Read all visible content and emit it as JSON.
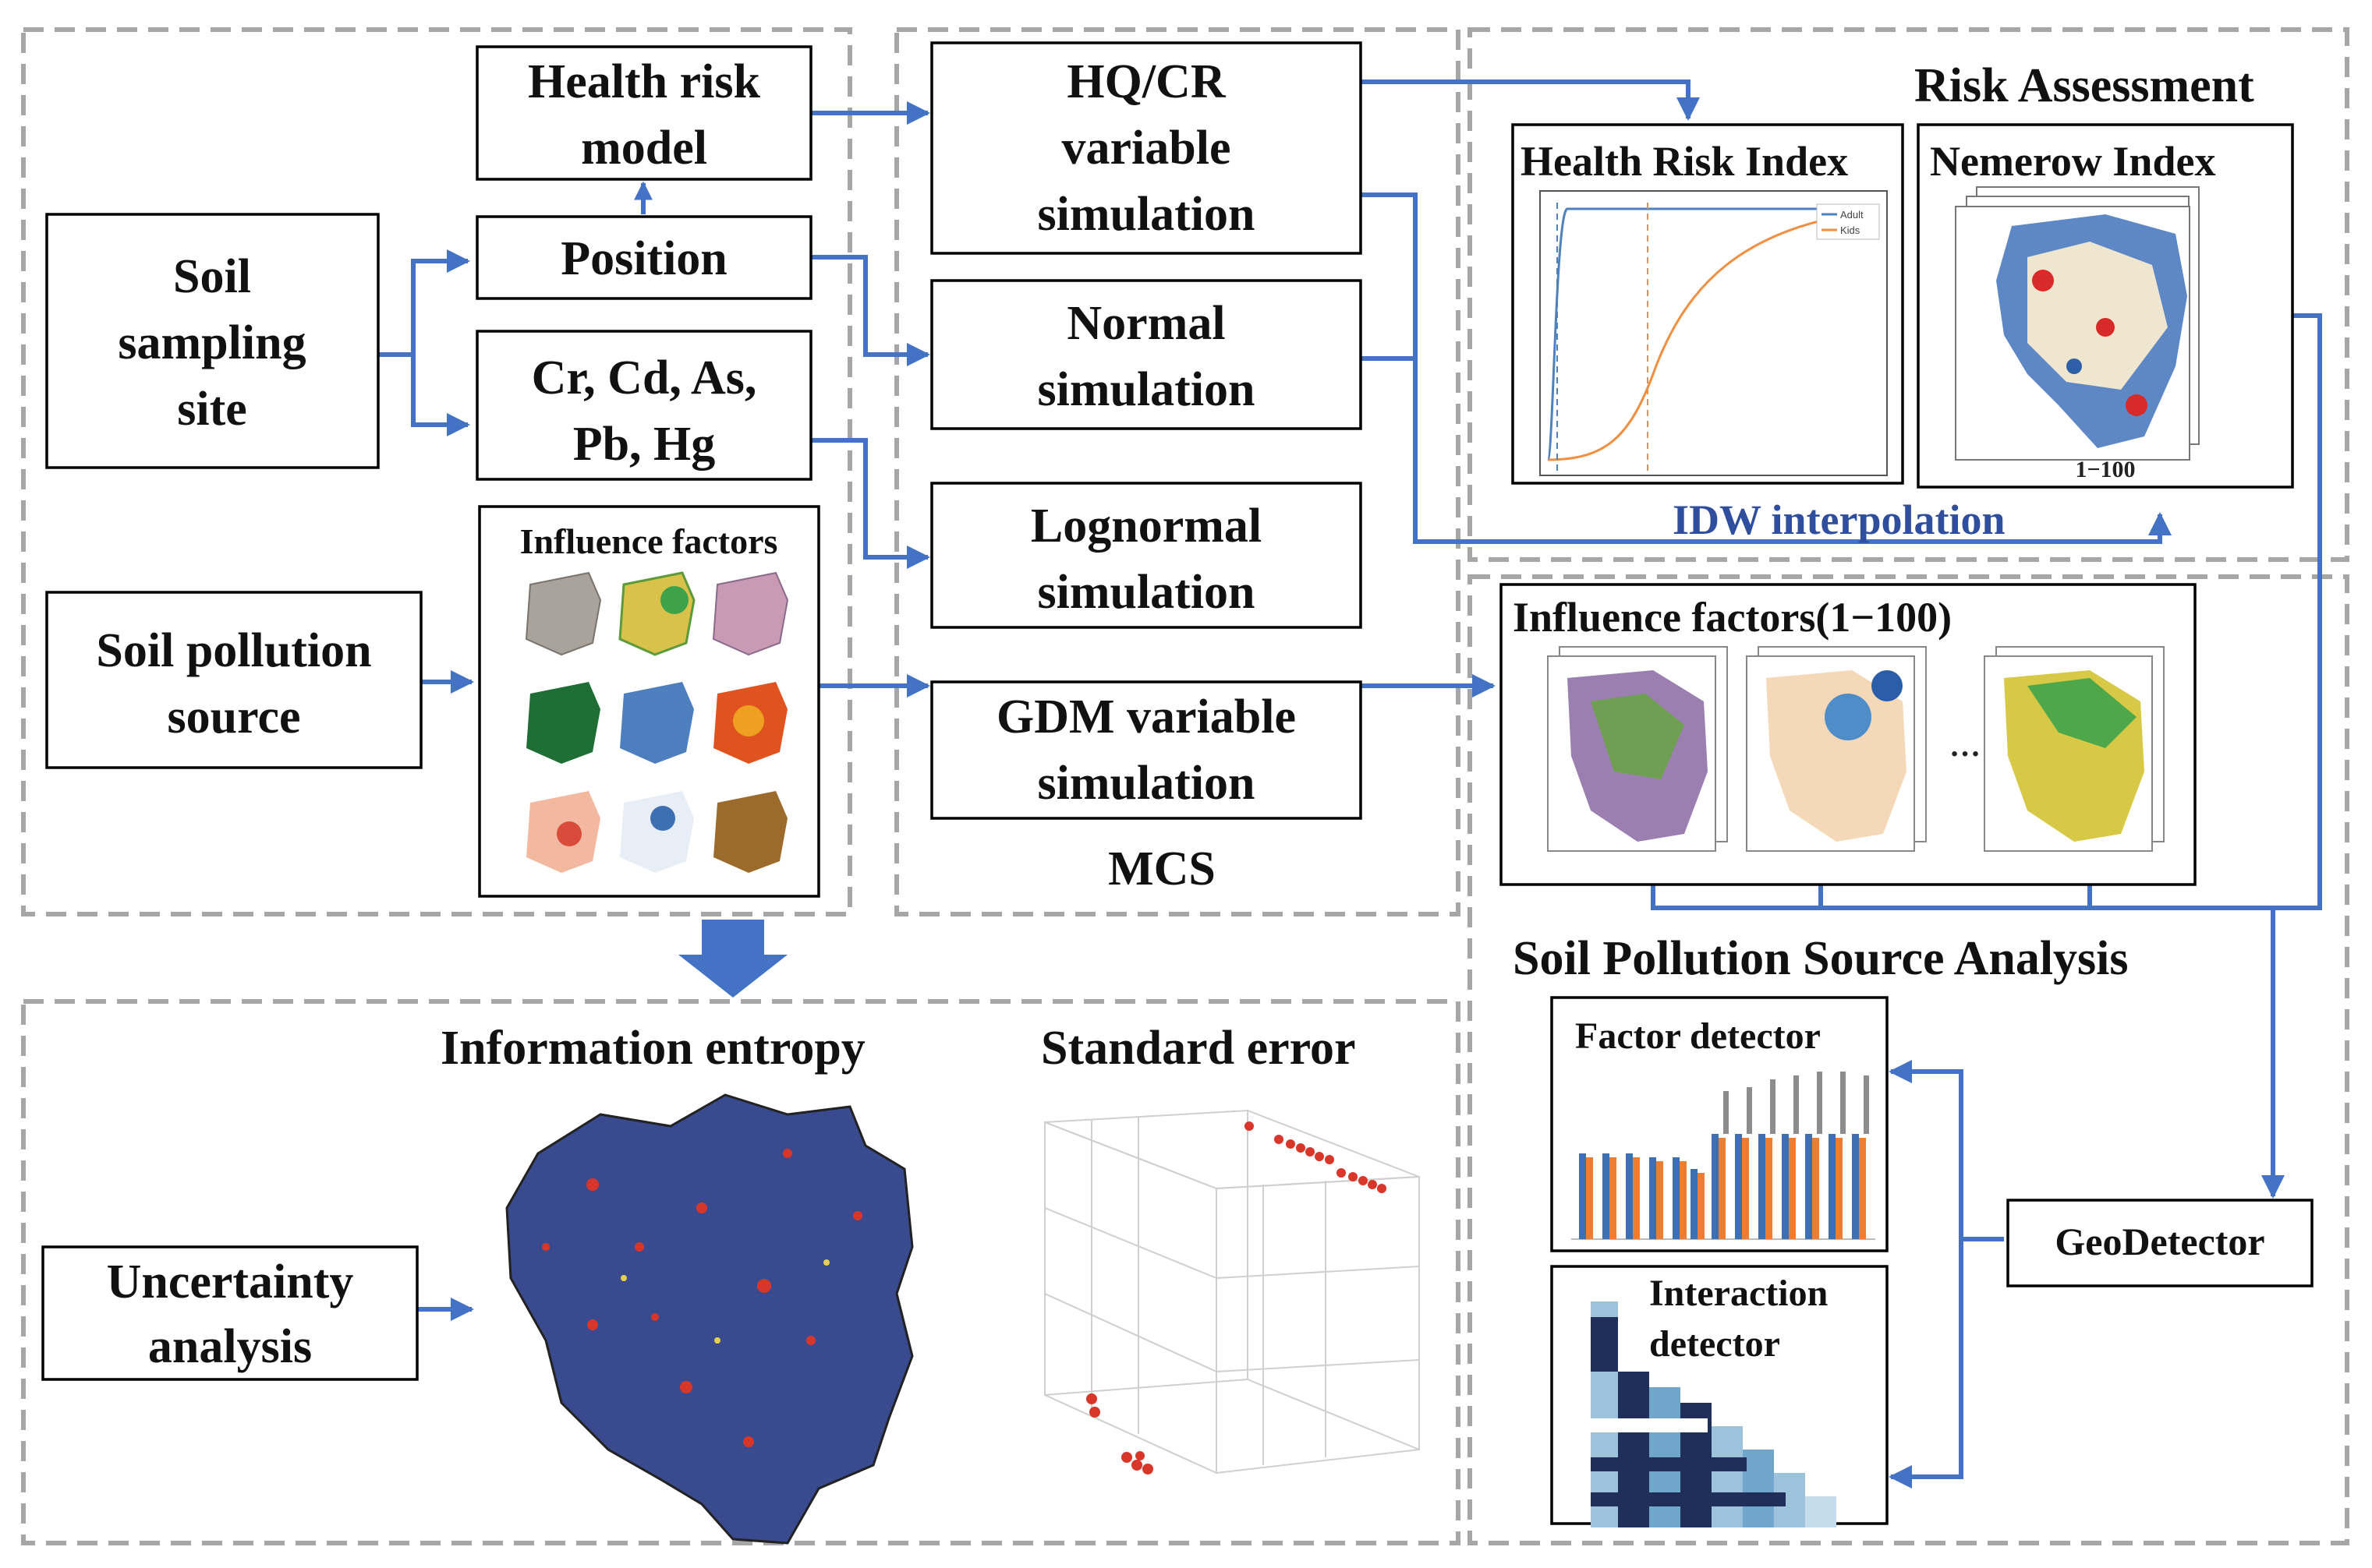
{
  "boxes": {
    "soil_sampling_site": [
      "Soil",
      "sampling",
      "site"
    ],
    "health_risk_model": [
      "Health risk",
      "model"
    ],
    "position": [
      "Position"
    ],
    "metals": [
      "Cr, Cd, As,",
      "Pb, Hg"
    ],
    "soil_pollution_source": [
      "Soil pollution",
      "source"
    ],
    "hq_cr": [
      "HQ/CR",
      "variable",
      "simulation"
    ],
    "normal": [
      "Normal",
      "simulation"
    ],
    "lognormal": [
      "Lognormal",
      "simulation"
    ],
    "gdm": [
      "GDM variable",
      "simulation"
    ],
    "uncertainty": [
      "Uncertainty",
      "analysis"
    ],
    "geodetector": [
      "GeoDetector"
    ]
  },
  "labels": {
    "influence_factors_left": "Influence factors",
    "mcs": "MCS",
    "risk_assessment": "Risk Assessment",
    "health_risk_index": "Health  Risk  Index",
    "nemerow_index": "Nemerow  Index",
    "nemerow_range": "1−100",
    "idw": "IDW  interpolation",
    "influence_factors_right": "Influence  factors(1−100)",
    "ellipsis": "…",
    "soil_pollution_source_analysis": "Soil Pollution Source Analysis",
    "factor_detector": "Factor detector",
    "interaction_detector": [
      "Interaction",
      "detector"
    ],
    "information_entropy": "Information  entropy",
    "standard_error": "Standard error",
    "legend_adult": "Adult",
    "legend_kids": "Kids"
  },
  "colors": {
    "arrow": "#4472c4",
    "dash": "#a6a6a6",
    "adult_line": "#4f81bd",
    "kids_line": "#f28e3f"
  },
  "icons": [
    "map-thumbnail",
    "cdf-chart",
    "bar-chart",
    "heatmap-triangle",
    "scatter-3d"
  ]
}
